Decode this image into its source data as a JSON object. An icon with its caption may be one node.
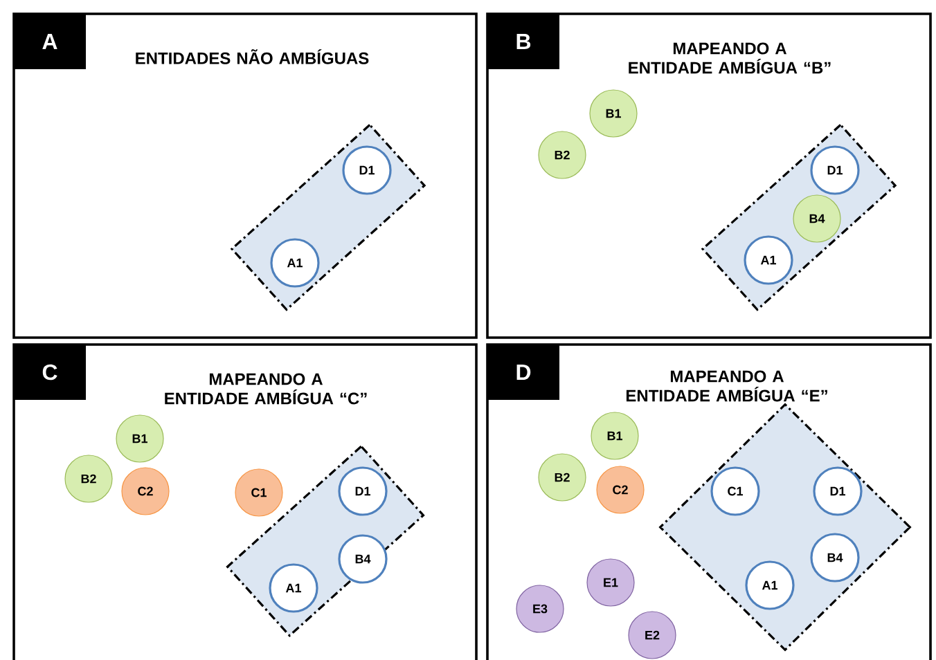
{
  "diagram": {
    "nodes": [
      {
        "text": [
          "A",
          "ENTIDADES NÃO AMBÍGUAS"
        ]
      },
      {
        "text": [],
        "shape": "box",
        "in": 0
      },
      {
        "text": [
          "D1"
        ],
        "in": 1
      },
      {
        "text": [
          "A1"
        ],
        "in": 1
      },
      {
        "text": [
          "B",
          "MAPEANDO A ENTIDADE AMBÍGUA “B”"
        ]
      },
      {
        "text": [
          "B1"
        ],
        "in": 4
      },
      {
        "text": [
          "B2"
        ],
        "in": 4
      },
      {
        "text": [],
        "shape": "box",
        "in": 4
      },
      {
        "text": [
          "D1"
        ],
        "in": 7
      },
      {
        "text": [
          "B4"
        ],
        "in": 7
      },
      {
        "text": [
          "A1"
        ],
        "in": 7
      },
      {
        "text": [
          "C",
          "MAPEANDO A ENTIDADE AMBÍGUA “C”"
        ]
      },
      {
        "text": [
          "B1"
        ],
        "in": 11
      },
      {
        "text": [
          "B2"
        ],
        "in": 11
      },
      {
        "text": [
          "C2"
        ],
        "in": 11
      },
      {
        "text": [
          "C1"
        ],
        "in": 11
      },
      {
        "text": [],
        "shape": "box",
        "in": 11
      },
      {
        "text": [
          "D1"
        ],
        "in": 16
      },
      {
        "text": [
          "B4"
        ],
        "in": 16
      },
      {
        "text": [
          "A1"
        ],
        "in": 16
      },
      {
        "text": [
          "D",
          "MAPEANDO A ENTIDADE AMBÍGUA “E”"
        ]
      },
      {
        "text": [
          "B1"
        ],
        "in": 20
      },
      {
        "text": [
          "B2"
        ],
        "in": 20
      },
      {
        "text": [
          "C2"
        ],
        "in": 20
      },
      {
        "text": [],
        "shape": "diamond",
        "in": 20
      },
      {
        "text": [
          "C1"
        ],
        "in": 24
      },
      {
        "text": [
          "D1"
        ],
        "in": 24
      },
      {
        "text": [
          "B4"
        ],
        "in": 24
      },
      {
        "text": [
          "A1"
        ],
        "in": 24
      },
      {
        "text": [
          "E1"
        ],
        "in": 20
      },
      {
        "text": [
          "E3"
        ],
        "in": 20
      },
      {
        "text": [
          "E2"
        ],
        "in": 20
      }
    ]
  }
}
